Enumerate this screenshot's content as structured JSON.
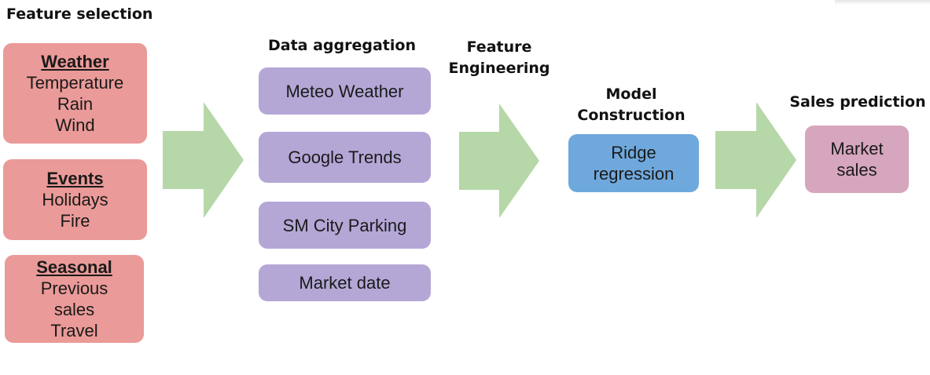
{
  "headings": {
    "feature_selection": "Feature selection",
    "data_aggregation": "Data aggregation",
    "feature_engineering_line1": "Feature",
    "feature_engineering_line2": "Engineering",
    "model_construction_line1": "Model",
    "model_construction_line2": "Construction",
    "sales_prediction": "Sales prediction"
  },
  "feature_groups": [
    {
      "title": "Weather",
      "items": [
        "Temperature",
        "Rain",
        "Wind"
      ]
    },
    {
      "title": "Events",
      "items": [
        "Holidays",
        "Fire"
      ]
    },
    {
      "title": "Seasonal",
      "items": [
        "Previous",
        "sales",
        "Travel"
      ]
    }
  ],
  "data_sources": [
    "Meteo Weather",
    "Google Trends",
    "SM City Parking",
    "Market date"
  ],
  "model": {
    "line1": "Ridge",
    "line2": "regression"
  },
  "prediction": {
    "line1": "Market",
    "line2": "sales"
  },
  "colors": {
    "feature_box": "#ea9a98",
    "data_box": "#b4a7d6",
    "model_box": "#6fa8dc",
    "prediction_box": "#d5a6bd",
    "arrow": "#b6d7a8"
  }
}
